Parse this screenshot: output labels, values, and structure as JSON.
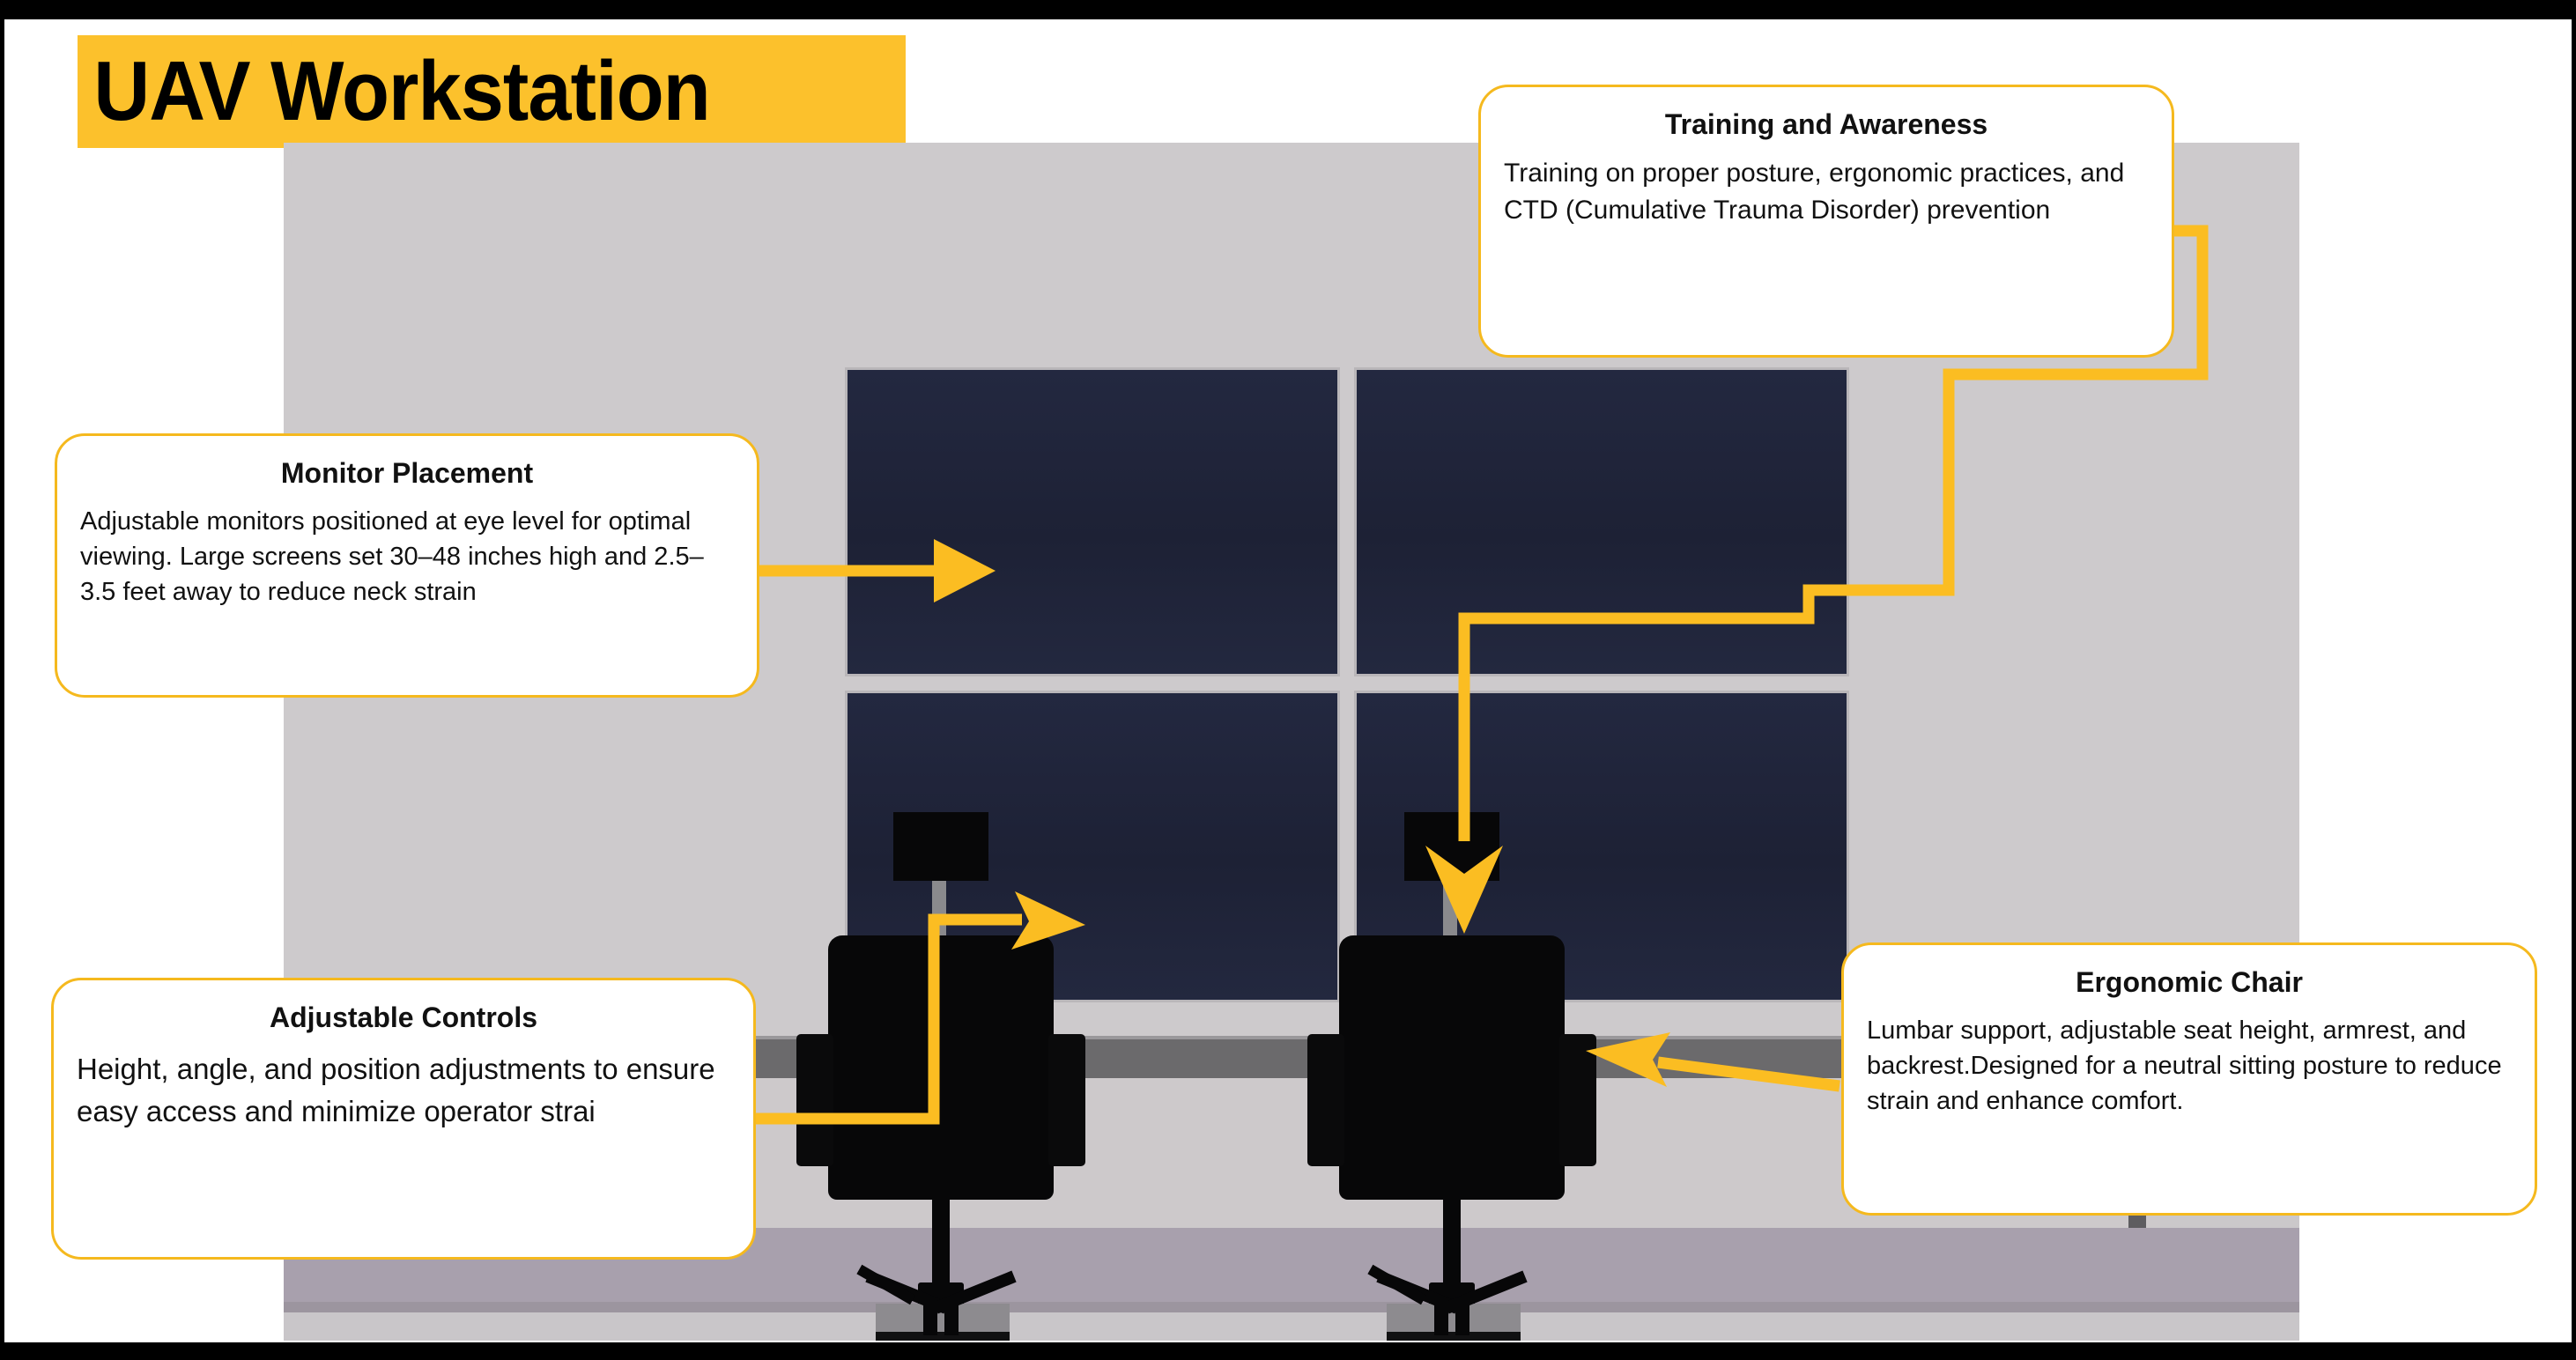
{
  "page": {
    "title": "UAV Workstation",
    "accent_color": "#fcc12c",
    "callout_border_color": "#f5b91e",
    "connector_color": "#fbbd22",
    "wall_color": "#cdcacc",
    "monitor_color": "#21263c",
    "desk_color": "#6b6a6c",
    "floor_color": "#a8a0ad",
    "chair_color": "#070708"
  },
  "callouts": [
    {
      "id": "monitor-placement",
      "title": "Monitor Placement",
      "body": "Adjustable monitors positioned at eye level for optimal viewing. Large screens set 30–48 inches high and 2.5–3.5 feet away to reduce neck strain"
    },
    {
      "id": "training-and-awareness",
      "title": "Training and Awareness",
      "body": "Training on proper posture, ergonomic practices, and CTD (Cumulative Trauma Disorder) prevention"
    },
    {
      "id": "adjustable-controls",
      "title": "Adjustable Controls",
      "body": "Height, angle, and position adjustments to ensure easy access and minimize operator strai"
    },
    {
      "id": "ergonomic-chair",
      "title": "Ergonomic Chair",
      "body": "Lumbar support, adjustable seat height, armrest, and backrest.Designed for a neutral sitting posture to reduce strain and enhance comfort."
    }
  ],
  "scene": {
    "monitor_count": 4,
    "chair_count": 2,
    "monitors": [
      "monitor-top-left",
      "monitor-top-right",
      "monitor-bottom-left",
      "monitor-bottom-right"
    ],
    "chairs": [
      "chair-left",
      "chair-right"
    ]
  }
}
